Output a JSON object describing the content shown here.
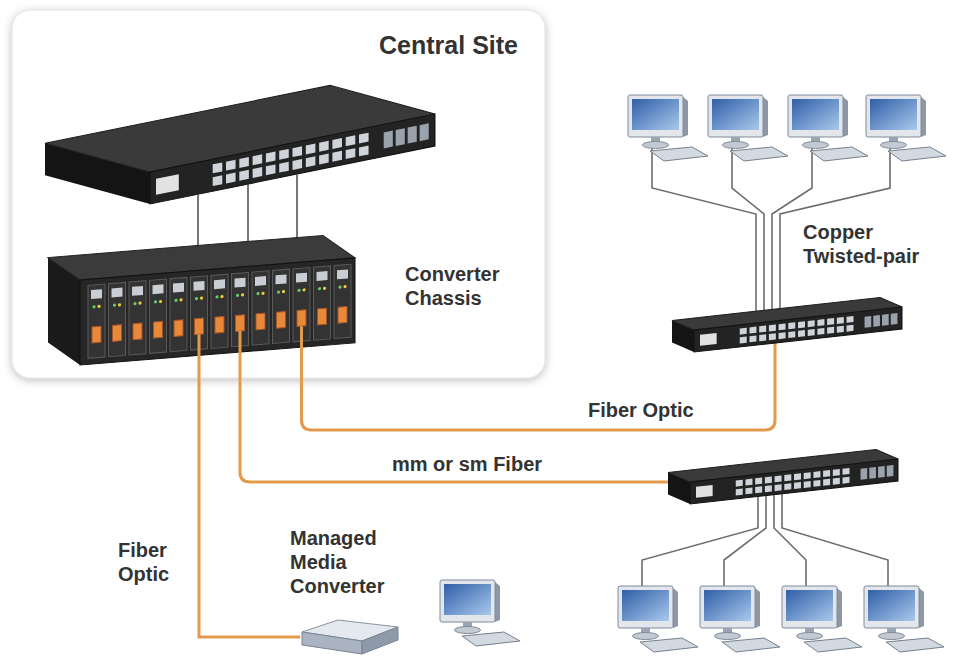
{
  "diagram": {
    "nodes": [
      {
        "text": [
          "Central Site"
        ]
      },
      {
        "text": [
          "Converter Chassis"
        ],
        "in": 0
      },
      {
        "text": [
          "Managed Media Converter"
        ]
      }
    ],
    "edges": [
      {
        "from": 1,
        "to": 2,
        "arrow": "none",
        "label": "Fiber Optic"
      }
    ],
    "labels": [
      "Copper Twisted-pair",
      "Fiber Optic",
      "mm or sm Fiber"
    ]
  }
}
